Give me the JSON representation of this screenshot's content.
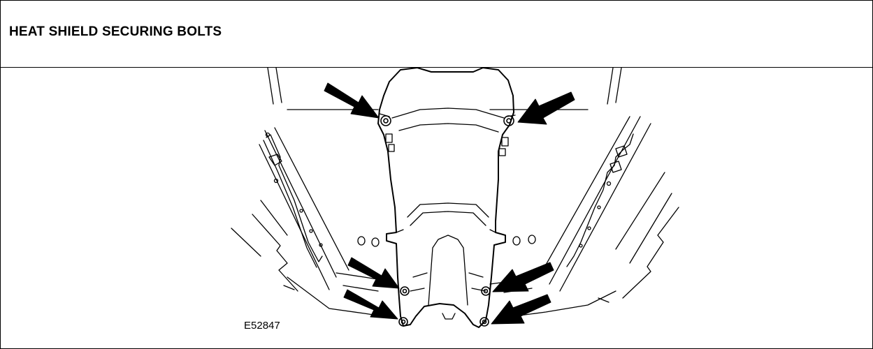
{
  "title": "HEAT SHIELD SECURING BOLTS",
  "figure": {
    "id": "E52847",
    "callout_count": 6,
    "callout_icon": "arrow-icon",
    "bolt_icon": "bolt-icon"
  }
}
